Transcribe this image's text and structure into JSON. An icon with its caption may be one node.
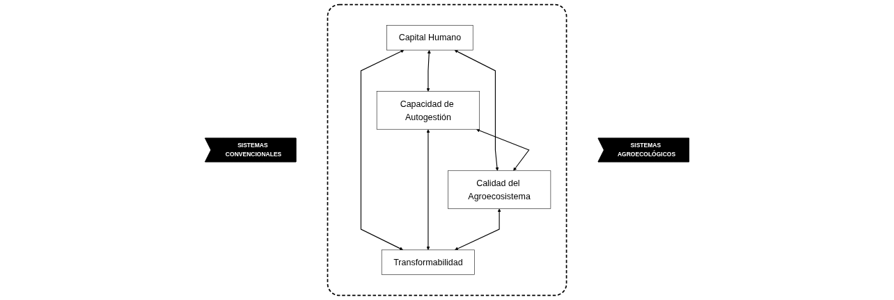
{
  "diagram": {
    "nodes": [
      {
        "text": [
          "SISTEMAS CONVENCIONALES"
        ]
      },
      {
        "text": [],
        "shape": "box"
      },
      {
        "text": [
          "Capital Humano"
        ],
        "in": 1
      },
      {
        "text": [
          "Capacidad de Autogestión"
        ],
        "in": 1
      },
      {
        "text": [
          "Calidad del Agroecosistema"
        ],
        "in": 1
      },
      {
        "text": [
          "Transformabilidad"
        ],
        "in": 1
      },
      {
        "text": [
          "SISTEMAS AGROECOLÓGICOS"
        ]
      }
    ],
    "edges": [
      {
        "from": 2,
        "to": 3,
        "arrow": "both"
      },
      {
        "from": 2,
        "to": 4,
        "arrow": "both"
      },
      {
        "from": 2,
        "to": 5,
        "arrow": "both"
      },
      {
        "from": 3,
        "to": 4,
        "arrow": "both"
      },
      {
        "from": 3,
        "to": 5,
        "arrow": "both"
      },
      {
        "from": 4,
        "to": 5,
        "arrow": "both"
      }
    ]
  }
}
